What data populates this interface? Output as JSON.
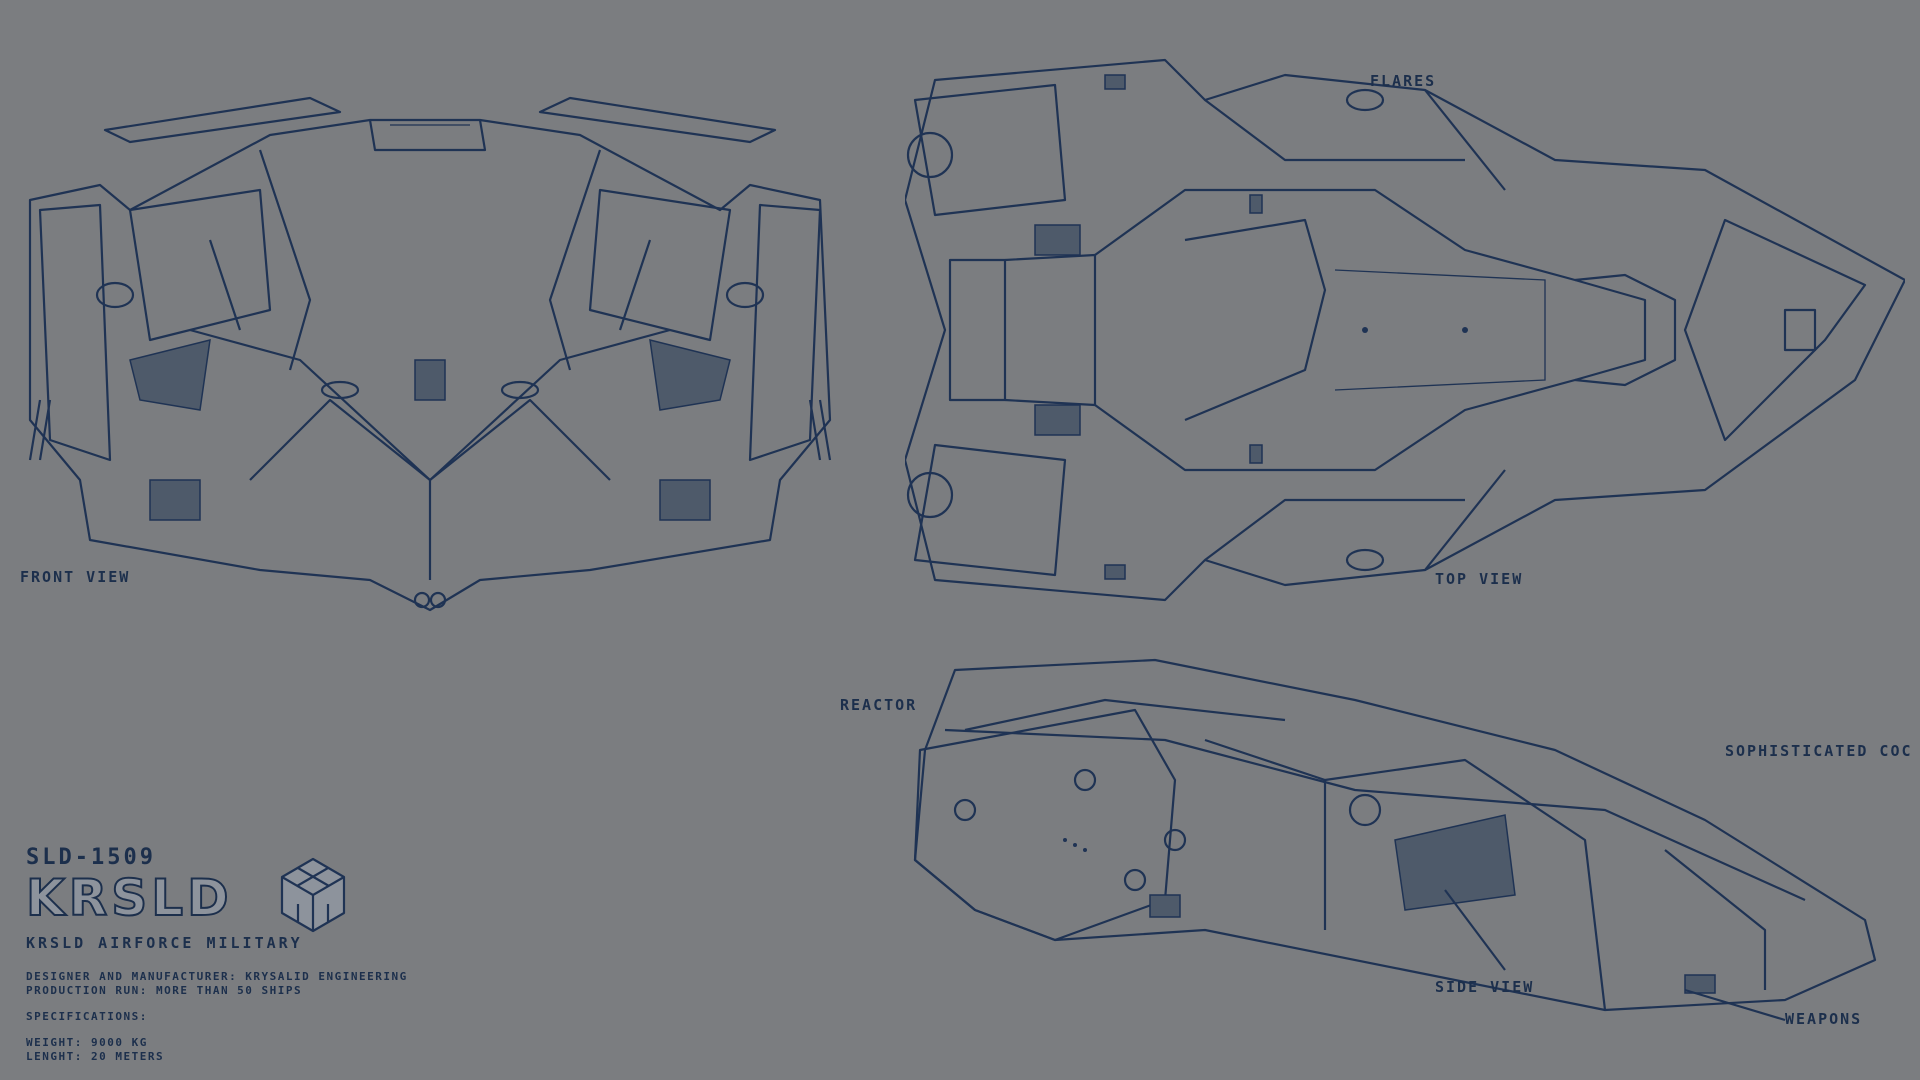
{
  "labels": {
    "front_view": "FRONT VIEW",
    "top_view": "TOP VIEW",
    "side_view": "SIDE VIEW",
    "flares": "FLARES",
    "reactor": "REACTOR",
    "cockpit": "SOPHISTICATED COC",
    "weapons": "WEAPONS"
  },
  "title_block": {
    "model": "SLD-1509",
    "brand": "KRSLD",
    "division": "KRSLD AIRFORCE MILITARY",
    "designer": "DESIGNER AND MANUFACTURER: KRYSALID ENGINEERING",
    "production": "PRODUCTION RUN: MORE THAN 50 SHIPS",
    "spec_heading": "SPECIFICATIONS:",
    "weight": "WEIGHT:   9000 KG",
    "length": "LENGHT:   20 METERS"
  },
  "icons": {
    "logo": "hexagon-cube-logo"
  },
  "colors": {
    "background": "#7b7d80",
    "ink": "#1c2f4c"
  }
}
